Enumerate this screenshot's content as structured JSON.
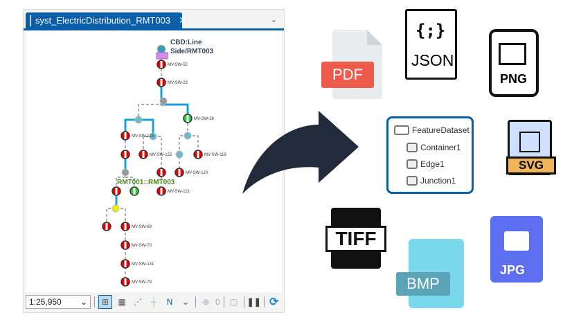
{
  "window": {
    "tab_title": "syst_ElectricDistribution_RMT003",
    "close": "✕",
    "overflow": "⌄"
  },
  "diagram": {
    "root_label_1": "CBD:Line",
    "root_label_2": "Side/RMT003",
    "container_label": "RMT001::RMT003",
    "switches": [
      "MV-SW-52",
      "MV-SW-23",
      "MV-SW-26",
      "MV-SW-123",
      "MV-SW-125",
      "MV-SW-119",
      "MV-SW-120",
      "MV-SW-121",
      "MV-SW-69",
      "MV-SW-70",
      "MV-SW-131",
      "MV-SW-79"
    ]
  },
  "toolbar": {
    "scale": "1:25,950",
    "selection_count": "0"
  },
  "formats": {
    "pdf": "PDF",
    "json": "JSON",
    "json_glyph": "{;}",
    "png": "PNG",
    "svg": "SVG",
    "tiff": "TIFF",
    "bmp": "BMP",
    "jpg": "JPG"
  },
  "tree": {
    "root": "FeatureDataset",
    "items": [
      "Container1",
      "Edge1",
      "Junction1"
    ]
  },
  "colors": {
    "accent": "#0b5ea8",
    "flow": "#1ba1d8",
    "arrow": "#222b3a"
  }
}
